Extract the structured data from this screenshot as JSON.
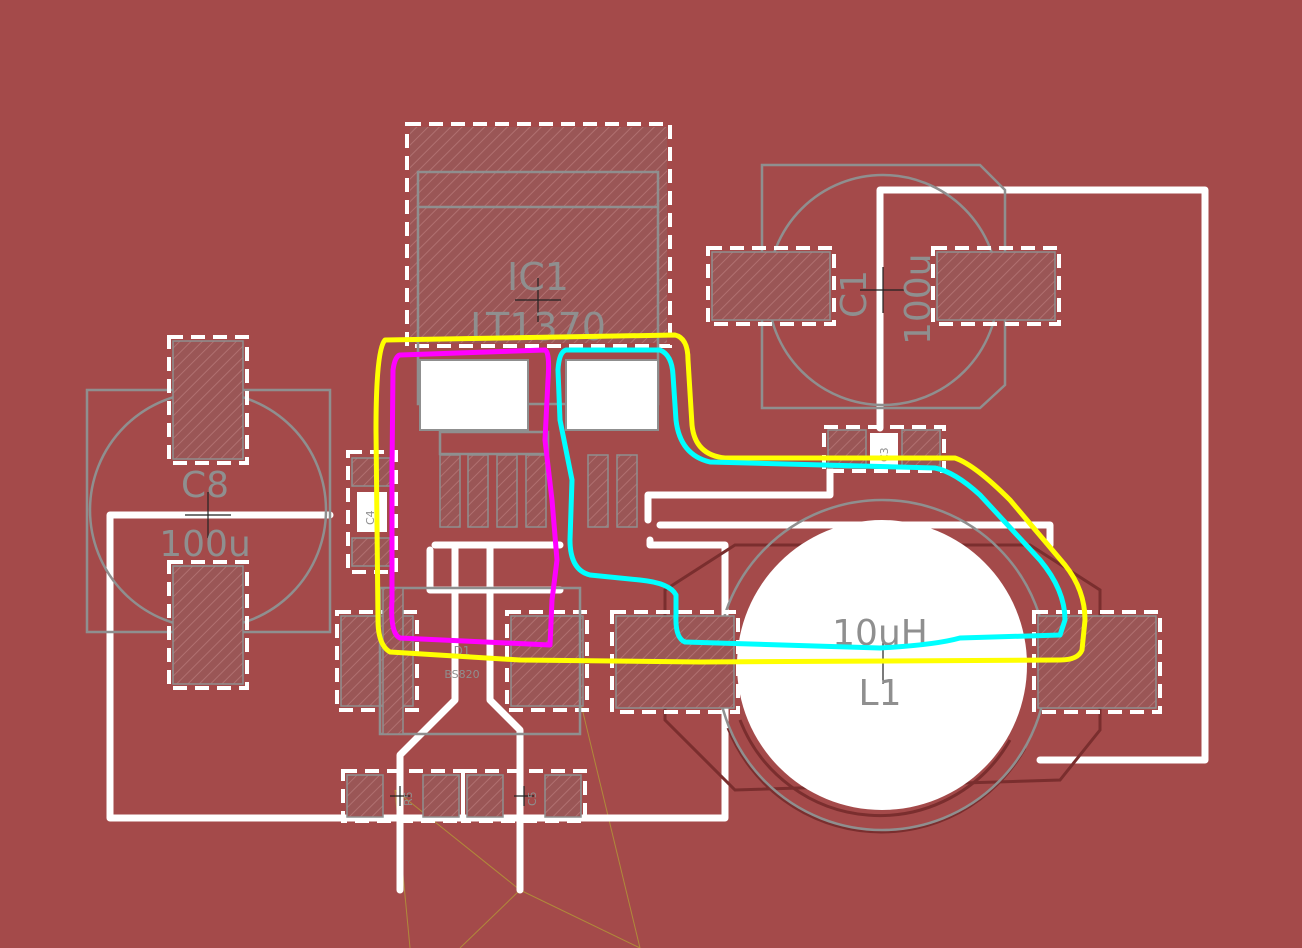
{
  "components": {
    "ic1": {
      "name": "IC1",
      "value": "LT1370"
    },
    "c1": {
      "name": "C1",
      "value": "100u"
    },
    "c8": {
      "name": "C8",
      "value": "100u"
    },
    "l1": {
      "name": "L1",
      "value": "10uH"
    },
    "d1": {
      "name": "D1",
      "value": "BS820"
    },
    "c4": {
      "name": "C4"
    },
    "c3": {
      "name": "C3"
    },
    "r5": {
      "name": "R5"
    },
    "c5": {
      "name": "C5"
    }
  },
  "annotations": {
    "yellow": "#ffff00",
    "magenta": "#ff00ff",
    "cyan": "#00ffff"
  },
  "colors": {
    "copper": "#a44a4a",
    "silkscreen": "#8f8f8f",
    "clearance": "#ffffff"
  }
}
